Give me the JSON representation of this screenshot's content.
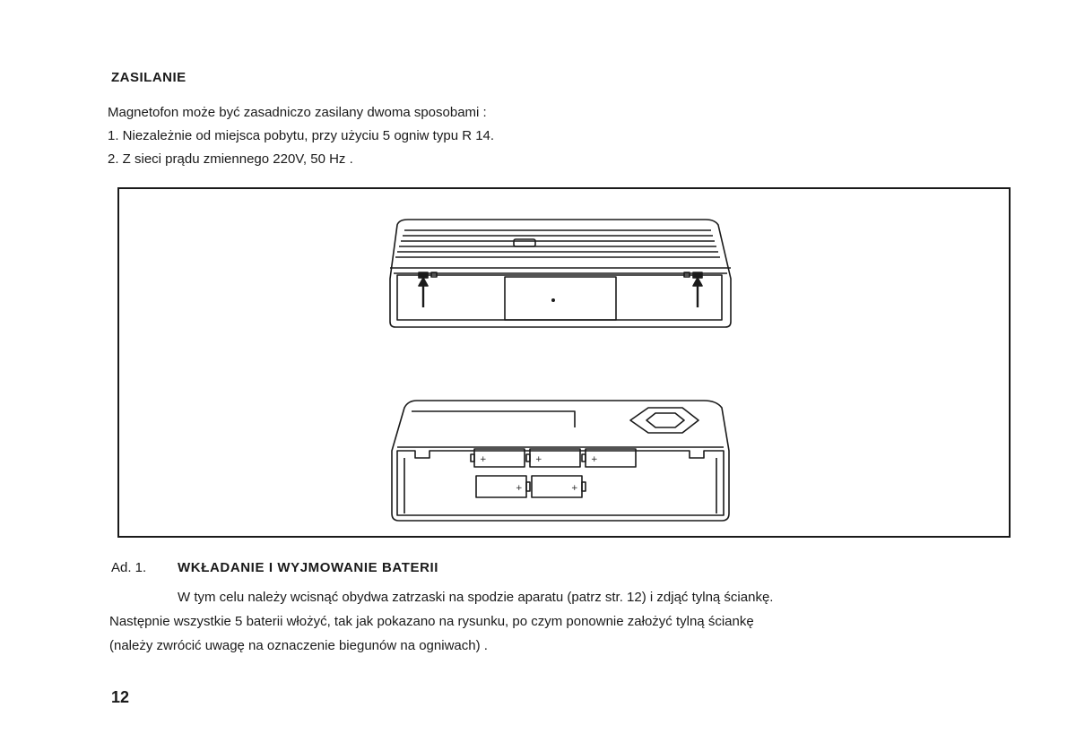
{
  "heading": "ZASILANIE",
  "intro": {
    "line1": "Magnetofon może być zasadniczo zasilany dwoma sposobami  :",
    "line2": "1.  Niezależnie od miejsca pobytu, przy użyciu 5 ogniw typu R 14.",
    "line3": "2.  Z sieci prądu zmiennego  220V,  50 Hz ."
  },
  "figure": {
    "battery_count": 5
  },
  "section": {
    "number": "Ad. 1.",
    "title": "WKŁADANIE  I  WYJMOWANIE  BATERII"
  },
  "body": {
    "p1": "W tym celu należy wcisnąć obydwa zatrzaski na spodzie aparatu  (patrz str. 12)  i zdjąć tylną ściankę.",
    "p2": "Następnie wszystkie 5 baterii włożyć, tak jak pokazano na rysunku, po czym ponownie założyć tylną ściankę",
    "p3": "(należy zwrócić uwagę na oznaczenie biegunów na ogniwach) ."
  },
  "page_number": "12",
  "colors": {
    "ink": "#1a1a1a",
    "paper": "#ffffff"
  }
}
